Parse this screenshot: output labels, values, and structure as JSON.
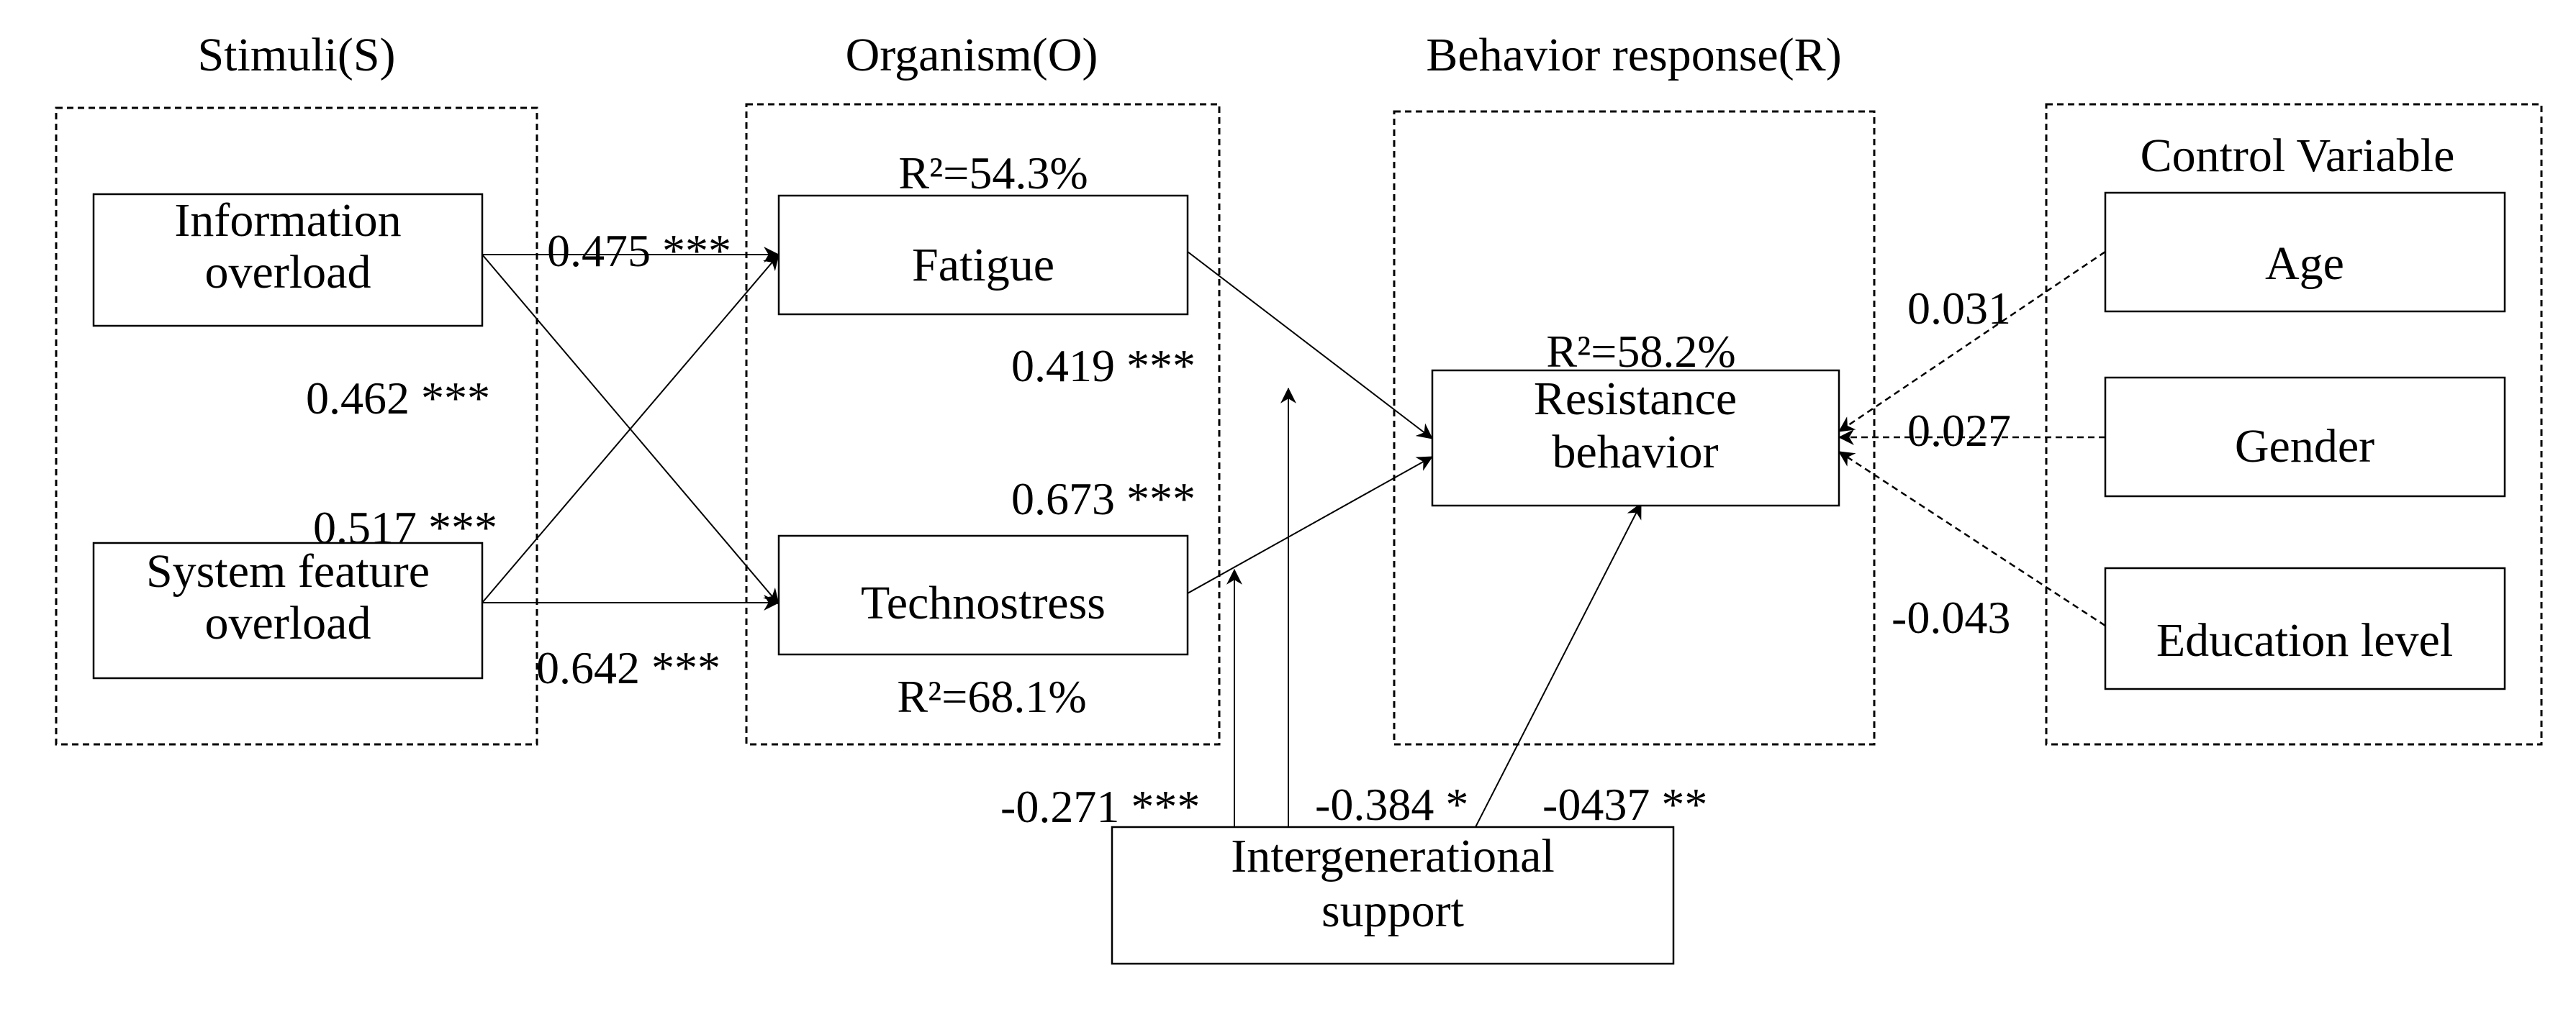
{
  "headers": {
    "stimuli": "Stimuli(S)",
    "organism": "Organism(O)",
    "response": "Behavior response(R)",
    "control": "Control Variable"
  },
  "nodes": {
    "info_overload": [
      "Information",
      "overload"
    ],
    "system_overload": [
      "System feature",
      "overload"
    ],
    "fatigue": [
      "Fatigue"
    ],
    "technostress": [
      "Technostress"
    ],
    "resistance": [
      "Resistance",
      "behavior"
    ],
    "intergenerational": [
      "Intergenerational",
      "support"
    ],
    "age": [
      "Age"
    ],
    "gender": [
      "Gender"
    ],
    "education": [
      "Education level"
    ]
  },
  "r_squared": {
    "fatigue": "R²=54.3%",
    "technostress": "R²=68.1%",
    "resistance": "R²=58.2%"
  },
  "coefficients": {
    "info_fatigue": "0.475 ***",
    "info_techno": "0.462 ***",
    "sys_fatigue": "0.517 ***",
    "sys_techno": "0.642 ***",
    "fatigue_resist": "0.419 ***",
    "techno_resist": "0.673 ***",
    "support_techno": "-0.271 ***",
    "support_fatigue": "-0.384 *",
    "support_resist": "-0437 **",
    "age_resist": "0.031",
    "gender_resist": "0.027",
    "education_resist": "-0.043"
  }
}
